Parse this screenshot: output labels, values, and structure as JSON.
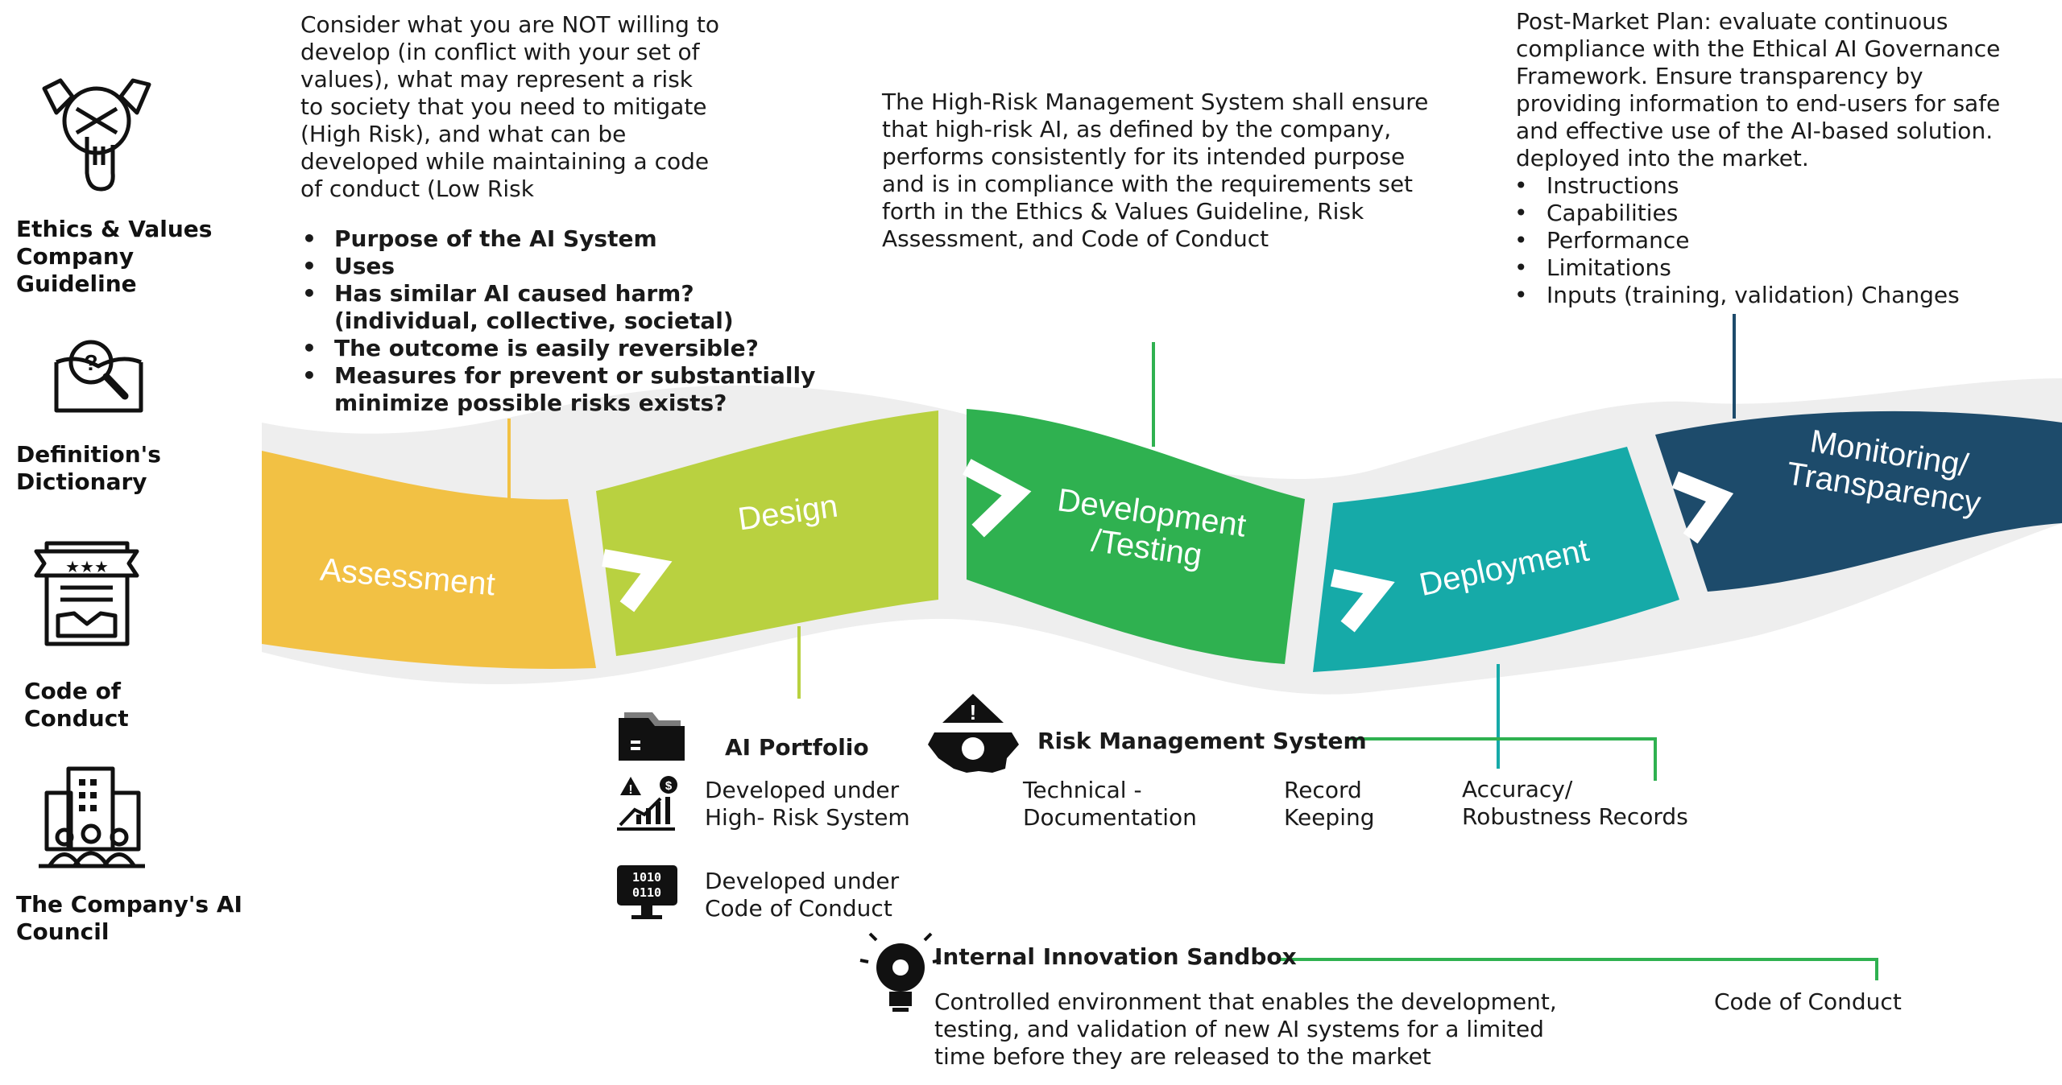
{
  "sidebar": {
    "ethics_label": [
      "Ethics & Values",
      "Company",
      "Guideline"
    ],
    "dictionary_label": [
      "Definition's",
      "Dictionary"
    ],
    "conduct_label": [
      "Code of",
      "Conduct"
    ],
    "council_label": [
      "The Company's AI",
      "Council"
    ]
  },
  "assessment_note": {
    "lines": [
      "Consider what you are NOT willing to",
      "develop (in conflict with your set of",
      "values), what may represent a risk",
      "to society that you need to mitigate",
      "(High Risk), and what can be",
      "developed while maintaining a code",
      "of conduct (Low Risk"
    ],
    "bullets": [
      [
        "Purpose of the AI System"
      ],
      [
        "Uses"
      ],
      [
        "Has similar AI caused harm?",
        "(individual, collective, societal)"
      ],
      [
        "The outcome is easily reversible?"
      ],
      [
        "Measures for prevent or substantially",
        "minimize possible risks exists?"
      ]
    ]
  },
  "dev_note": {
    "lines": [
      "The High-Risk Management System shall ensure",
      "that high-risk AI, as defined by the company,",
      "performs consistently for its intended purpose",
      "and is in compliance with the requirements set",
      "forth in the Ethics & Values Guideline, Risk",
      "Assessment, and Code of Conduct"
    ]
  },
  "monitor_note": {
    "lines": [
      "Post-Market Plan: evaluate continuous",
      "compliance with the Ethical AI Governance",
      "Framework. Ensure transparency by",
      "providing information to end-users for safe",
      "and effective use of the AI-based solution.",
      "deployed into the market."
    ],
    "bullets": [
      "Instructions",
      "Capabilities",
      "Performance",
      "Limitations",
      "Inputs (training, validation) Changes"
    ]
  },
  "stages": {
    "assessment": [
      "Assessment"
    ],
    "design": [
      "Design"
    ],
    "development": [
      "Development",
      "/Testing"
    ],
    "deployment": [
      "Deployment"
    ],
    "monitoring": [
      "Monitoring/",
      "Transparency"
    ]
  },
  "colors": {
    "assessment": "#f2c144",
    "design": "#b9d140",
    "development": "#2fb150",
    "deployment": "#16aaa8",
    "monitoring": "#1d4b6b",
    "band": "#ececec",
    "line_yellow": "#f2c144",
    "line_green": "#2fb150",
    "line_lime": "#b9d140",
    "line_teal": "#16aaa8",
    "line_navy": "#1d4b6b"
  },
  "portfolio": {
    "title": "AI Portfolio",
    "high_risk": [
      "Developed under",
      "High- Risk System"
    ],
    "code_conduct": [
      "Developed under",
      "Code of Conduct"
    ]
  },
  "risk_system": {
    "title": "Risk Management System",
    "tech_doc": [
      "Technical -",
      "Documentation"
    ],
    "record": [
      "Record",
      "Keeping"
    ],
    "accuracy": [
      "Accuracy/",
      "Robustness Records"
    ]
  },
  "sandbox": {
    "title": "Internal Innovation Sandbox",
    "lines": [
      "Controlled environment that enables the development,",
      "testing, and validation of new AI systems for a limited",
      "time before they are released to the market"
    ],
    "code_conduct": "Code of Conduct"
  },
  "icons": [
    "handshake-hands-icon",
    "book-search-icon",
    "certificate-handshake-icon",
    "building-people-icon",
    "folder-stack-icon",
    "risk-chart-icon",
    "binary-monitor-icon",
    "warning-gear-icon",
    "lightbulb-gear-icon",
    "arrow-right-icon"
  ]
}
